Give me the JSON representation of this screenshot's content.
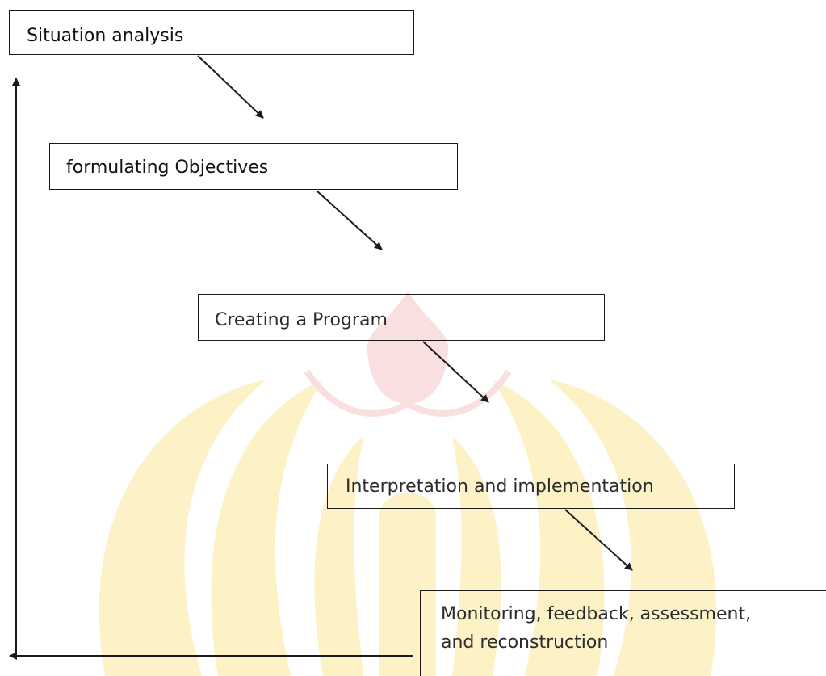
{
  "diagram": {
    "steps": [
      {
        "label": "Situation analysis"
      },
      {
        "label": "formulating Objectives"
      },
      {
        "label": "Creating a Program"
      },
      {
        "label": "Interpretation and implementation"
      },
      {
        "label_lines": [
          "Monitoring, feedback, assessment,",
          "and reconstruction"
        ]
      }
    ],
    "colors": {
      "box_border": "#1a1a1a",
      "arrow": "#1a1a1a",
      "watermark_gold": "#f7c200",
      "watermark_red": "#e57373"
    }
  }
}
